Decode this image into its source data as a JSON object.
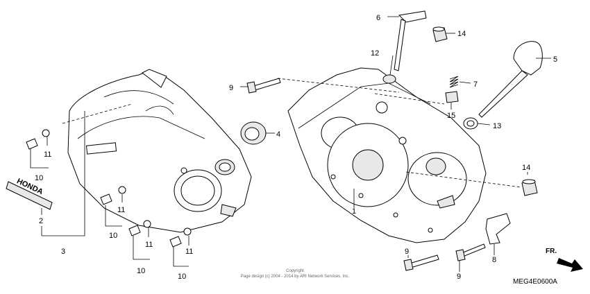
{
  "copyright": {
    "line1": "Copyright",
    "line2": "Page design (c) 2004 - 2014 by ARI Network Services, Inc."
  },
  "figure_code": "MEG4E0600A",
  "direction_label": "FR.",
  "emblem_text": "HONDA",
  "callouts": {
    "c1": "1",
    "c2": "2",
    "c3": "3",
    "c4": "4",
    "c5": "5",
    "c6": "6",
    "c7": "7",
    "c8": "8",
    "c9a": "9",
    "c9b": "9",
    "c9c": "9",
    "c10a": "10",
    "c10b": "10",
    "c10c": "10",
    "c10d": "10",
    "c11a": "11",
    "c11b": "11",
    "c11c": "11",
    "c11d": "11",
    "c12": "12",
    "c13": "13",
    "c14a": "14",
    "c14b": "14",
    "c15": "15"
  }
}
